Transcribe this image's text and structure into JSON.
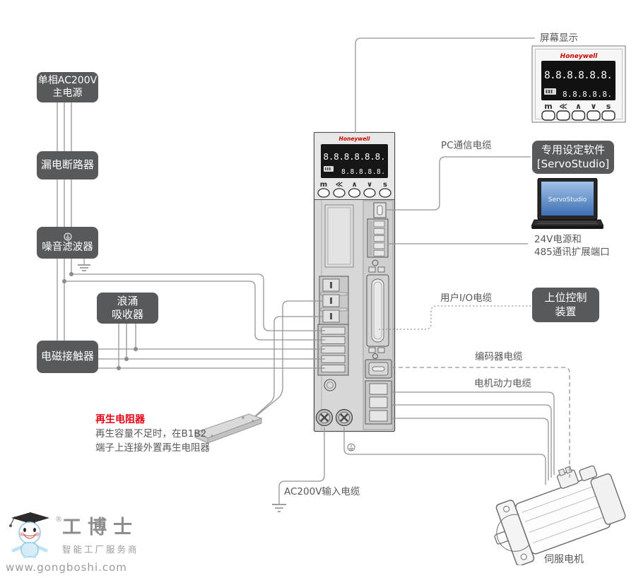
{
  "device": {
    "brand": "Honeywell",
    "display_row1": "8.8.8.8.8.8.",
    "display_row2": "8.8.8.8.8.",
    "buttons": [
      "m",
      "≪",
      "∧",
      "∨",
      "s"
    ]
  },
  "boxes": {
    "main_power": "单相AC200V\n主电源",
    "breaker": "漏电断路器",
    "noise_filter": "噪音滤波器",
    "surge_absorber": "浪涌\n吸收器",
    "contactor": "电磁接触器",
    "software": "专用设定软件\n[ServoStudio]",
    "host_controller": "上位控制\n装置"
  },
  "labels": {
    "screen_display": "屏幕显示",
    "pc_cable": "PC通信电缆",
    "expansion_port": "24V电源和\n485通讯扩展端口",
    "io_cable": "用户I/O电缆",
    "encoder_cable": "编码器电缆",
    "motor_power_cable": "电机动力电缆",
    "ac_input_cable": "AC200V输入电缆",
    "servo_motor": "伺服电机",
    "regen_title": "再生电阻器",
    "regen_note1": "再生容量不足时，在B1B2",
    "regen_note2": "端子上连接外置再生电阻器",
    "laptop_screen": "ServoStudio"
  },
  "footer": {
    "logo_title": "工博士",
    "reg_mark": "®",
    "logo_subtitle": "智能工厂服务商",
    "website": "www.gongboshi.com"
  },
  "colors": {
    "box_bg": "#58595b",
    "wire": "#949494",
    "accent_red": "#e50012",
    "brand_red": "#cc0000",
    "label_text": "#595757"
  }
}
